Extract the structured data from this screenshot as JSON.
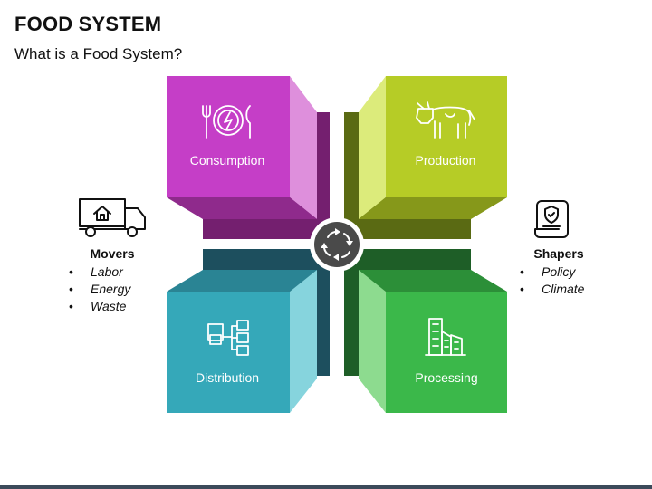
{
  "header": {
    "title": "FOOD SYSTEM",
    "subtitle": "What is a Food System?"
  },
  "blocks": [
    {
      "id": "consumption",
      "label": "Consumption",
      "icon": "plate-cutlery-icon",
      "color": "#c53ec7"
    },
    {
      "id": "production",
      "label": "Production",
      "icon": "cow-icon",
      "color": "#b6cc26"
    },
    {
      "id": "distribution",
      "label": "Distribution",
      "icon": "distribution-network-icon",
      "color": "#35a8b9"
    },
    {
      "id": "processing",
      "label": "Processing",
      "icon": "factory-buildings-icon",
      "color": "#3bb84a"
    }
  ],
  "center": {
    "icon": "cycle-arrows-icon"
  },
  "movers": {
    "icon": "truck-icon",
    "title": "Movers",
    "items": [
      "Labor",
      "Energy",
      "Waste"
    ]
  },
  "shapers": {
    "icon": "policy-document-icon",
    "title": "Shapers",
    "items": [
      "Policy",
      "Climate"
    ]
  }
}
